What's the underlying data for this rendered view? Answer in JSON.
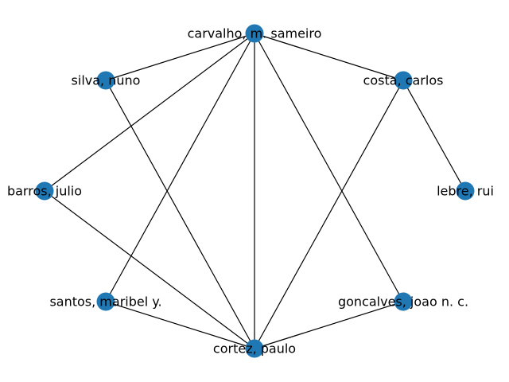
{
  "graph": {
    "node_color": "#1f77b4",
    "edge_color": "#000000",
    "nodes": [
      {
        "id": "carvalho",
        "label": "carvalho, m. sameiro"
      },
      {
        "id": "silva",
        "label": "silva, nuno"
      },
      {
        "id": "costa",
        "label": "costa, carlos"
      },
      {
        "id": "barros",
        "label": "barros, julio"
      },
      {
        "id": "lebre",
        "label": "lebre, rui"
      },
      {
        "id": "santos",
        "label": "santos, maribel y."
      },
      {
        "id": "goncalves",
        "label": "goncalves, joao n. c."
      },
      {
        "id": "cortez",
        "label": "cortez, paulo"
      }
    ],
    "edges": [
      [
        "carvalho",
        "silva"
      ],
      [
        "carvalho",
        "costa"
      ],
      [
        "carvalho",
        "barros"
      ],
      [
        "carvalho",
        "santos"
      ],
      [
        "carvalho",
        "cortez"
      ],
      [
        "carvalho",
        "goncalves"
      ],
      [
        "silva",
        "cortez"
      ],
      [
        "costa",
        "cortez"
      ],
      [
        "costa",
        "lebre"
      ],
      [
        "barros",
        "cortez"
      ],
      [
        "santos",
        "cortez"
      ],
      [
        "goncalves",
        "cortez"
      ]
    ]
  }
}
